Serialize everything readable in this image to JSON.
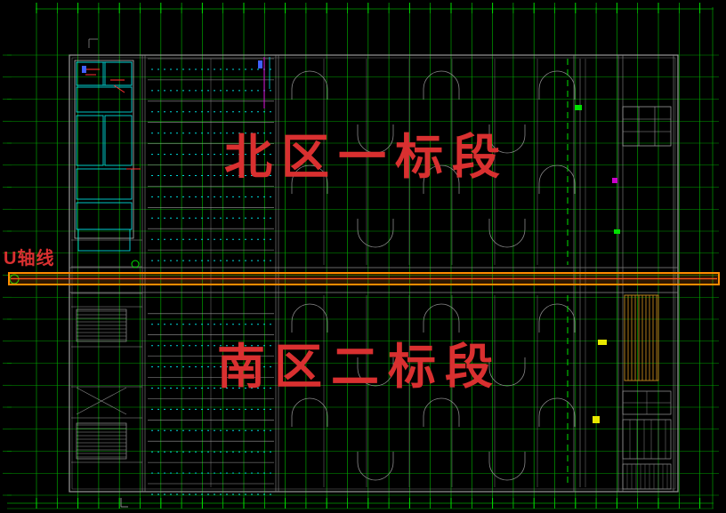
{
  "viewport": {
    "labels": {
      "north_section": "北区一标段",
      "south_section": "南区二标段",
      "u_axis": "U轴线"
    },
    "colors": {
      "background": "#000000",
      "grid_green": "#00a000",
      "bright_green": "#00e000",
      "drawing_gray": "#9a9a9a",
      "dim_gray": "#6e6e6e",
      "cyan_detail": "#00d8d8",
      "red_label": "#d93030",
      "red_detail": "#ff3030",
      "magenta_detail": "#cc00cc",
      "blue_detail": "#4060ff",
      "orange_band": "#ff8c00",
      "orange_fill": "rgba(255,130,0,0.18)",
      "band_center_line": "#ff5020",
      "yellow_detail": "#e8e800",
      "tan_hatch": "#b07818"
    }
  }
}
